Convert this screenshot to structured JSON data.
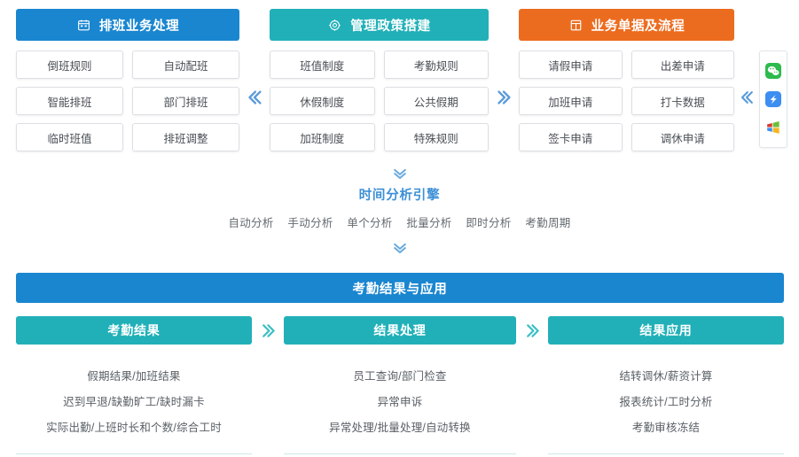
{
  "top": {
    "panels": [
      {
        "id": "scheduling",
        "icon": "calendar-icon",
        "color": "#1a86d0",
        "title": "排班业务处理",
        "tiles": [
          "倒班规则",
          "自动配班",
          "智能排班",
          "部门排班",
          "临时班值",
          "排班调整"
        ]
      },
      {
        "id": "policy",
        "icon": "settings-gear-icon",
        "color": "#21b0b8",
        "title": "管理政策搭建",
        "tiles": [
          "班值制度",
          "考勤规则",
          "休假制度",
          "公共假期",
          "加班制度",
          "特殊规则"
        ]
      },
      {
        "id": "documents",
        "icon": "form-document-icon",
        "color": "#ec6c1f",
        "title": "业务单据及流程",
        "tiles": [
          "请假申请",
          "出差申请",
          "加班申请",
          "打卡数据",
          "签卡申请",
          "调休申请"
        ]
      }
    ],
    "separators": [
      {
        "name": "chevron-left-scheduling-policy",
        "direction": "left"
      },
      {
        "name": "chevron-right-policy-documents",
        "direction": "right"
      },
      {
        "name": "chevron-left-documents-apps",
        "direction": "left"
      }
    ],
    "apps": [
      {
        "name": "wechat-icon",
        "label": "微信",
        "color": "#2dbb4e"
      },
      {
        "name": "dingtalk-icon",
        "label": "钉钉",
        "color": "#3d8ef0"
      },
      {
        "name": "windows-icon",
        "label": "Windows",
        "color": "#f0a030"
      }
    ]
  },
  "middle": {
    "chevron_top": "chevron-down-icon",
    "title": "时间分析引擎",
    "items": [
      "自动分析",
      "手动分析",
      "单个分析",
      "批量分析",
      "即时分析",
      "考勤周期"
    ],
    "chevron_bottom": "chevron-down-icon"
  },
  "bottom": {
    "banner": "考勤结果与应用",
    "columns": [
      {
        "id": "results",
        "title": "考勤结果",
        "lines": [
          "假期结果/加班结果",
          "迟到早退/缺勤旷工/缺时漏卡",
          "实际出勤/上班时长和个数/综合工时"
        ]
      },
      {
        "id": "processing",
        "title": "结果处理",
        "lines": [
          "员工查询/部门检查",
          "异常申诉",
          "异常处理/批量处理/自动转换"
        ]
      },
      {
        "id": "application",
        "title": "结果应用",
        "lines": [
          "结转调休/薪资计算",
          "报表统计/工时分析",
          "考勤审核冻结"
        ]
      }
    ],
    "separators": [
      {
        "name": "chevron-right-results-processing",
        "direction": "right"
      },
      {
        "name": "chevron-right-processing-application",
        "direction": "right"
      }
    ]
  },
  "colors": {
    "blue": "#1a86d0",
    "teal": "#21b0b8",
    "orange": "#ec6c1f",
    "chevron_blue": "#5b9bd9",
    "chevron_teal": "#3bbfc6",
    "engine_title": "#3d8fd6",
    "tile_text": "#4a4f55"
  }
}
